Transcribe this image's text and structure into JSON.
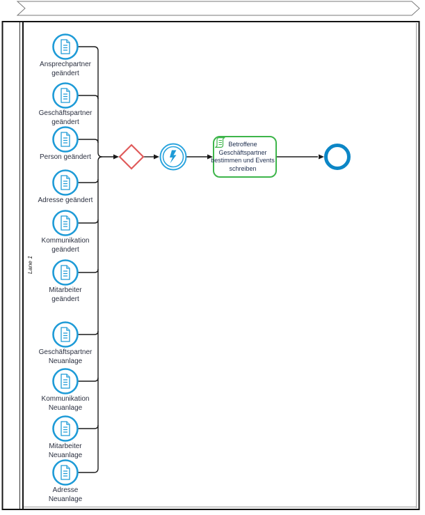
{
  "phase_band": {
    "label": ""
  },
  "pool": {
    "lane_label": "Lane 1"
  },
  "events": [
    {
      "label": "Ansprechpartner geändert"
    },
    {
      "label": "Geschäftspartner geändert"
    },
    {
      "label": "Person geändert"
    },
    {
      "label": "Adresse geändert"
    },
    {
      "label": "Kommunikation geändert"
    },
    {
      "label": "Mitarbeiter geändert"
    },
    {
      "label": "Geschäftspartner Neuanlage"
    },
    {
      "label": "Kommunikation Neuanlage"
    },
    {
      "label": "Mitarbeiter Neuanlage"
    },
    {
      "label": "Adresse Neuanlage"
    }
  ],
  "gateway": {
    "type": "exclusive-gateway"
  },
  "intermediate_event": {
    "type": "catching-event",
    "icon": "lightning-icon"
  },
  "task": {
    "label": "Betroffene Geschäftspartner bestimmen und Events schreiben",
    "marker": "script-icon"
  },
  "end_event": {
    "type": "end-event"
  },
  "colors": {
    "event_blue": "#1E9BD7",
    "end_event_blue": "#0C86C6",
    "gateway_red": "#E05B5B",
    "task_green": "#3DB54A",
    "connector": "#1a1a1a",
    "label_text": "#2b3040",
    "band_border": "#7a7a7a"
  }
}
